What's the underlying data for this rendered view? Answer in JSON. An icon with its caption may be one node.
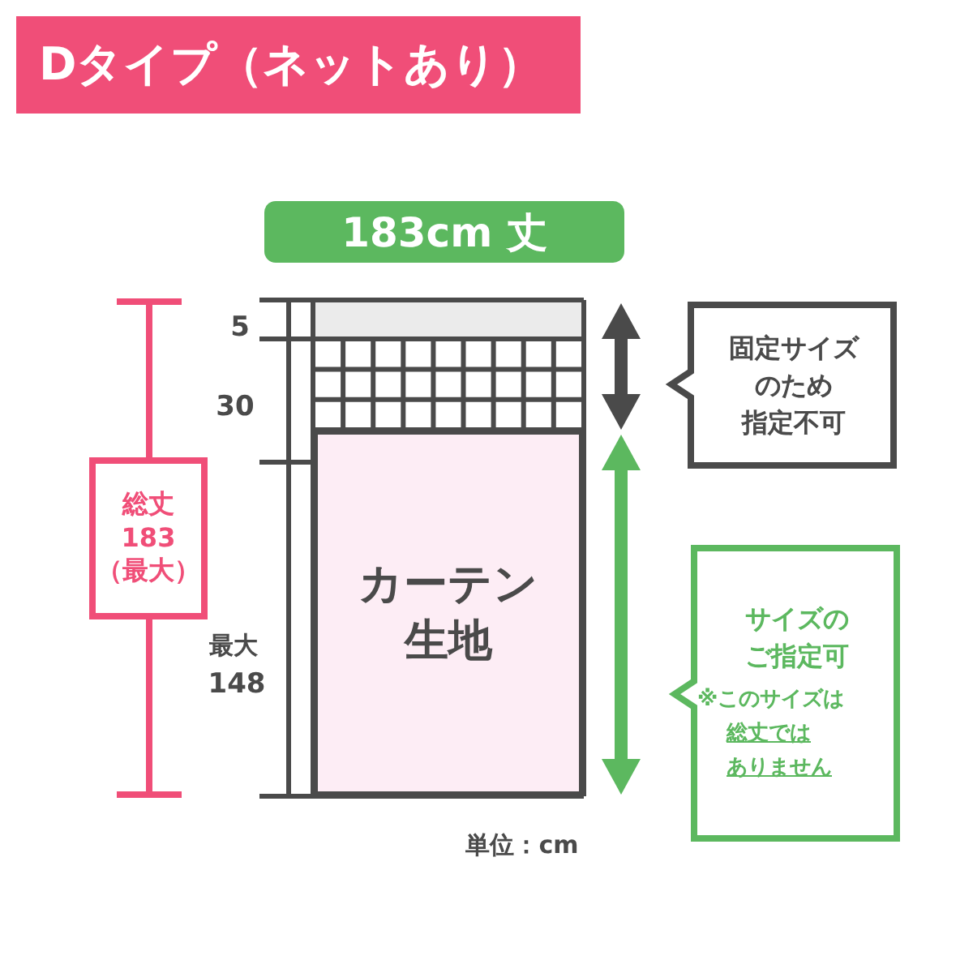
{
  "diagram": {
    "title": "Dタイプ（ネットあり）",
    "nodes": [
      {
        "text": [
          "183cm 丈"
        ]
      },
      {
        "text": [
          "カーテン",
          "生地"
        ]
      },
      {
        "text": [
          "総丈",
          "183",
          "（最大）"
        ]
      },
      {
        "text": [
          "固定サイズ",
          "のため",
          "指定不可"
        ]
      },
      {
        "text": [
          "サイズの",
          "ご指定可",
          "※このサイズは",
          "総丈では",
          "ありません"
        ]
      }
    ],
    "edges": [],
    "labels": [
      "5",
      "30",
      "最大",
      "148",
      "単位：cm"
    ]
  }
}
